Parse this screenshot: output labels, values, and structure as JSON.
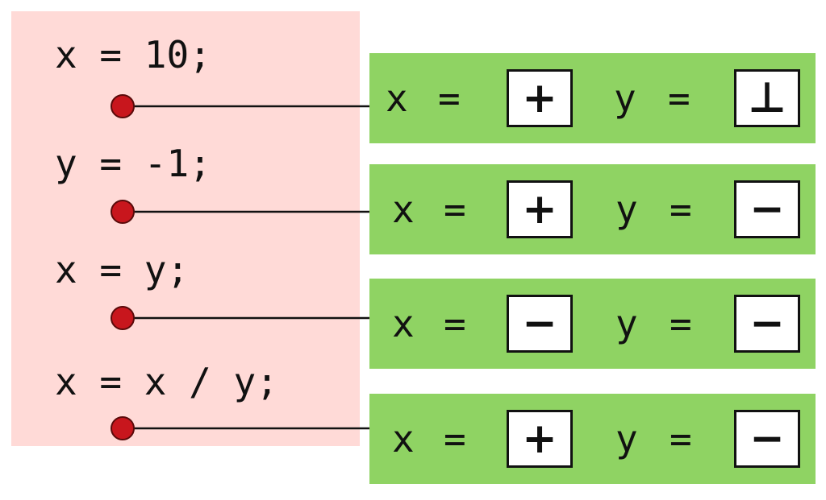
{
  "colors": {
    "code_background": "#ffdad7",
    "state_background": "#8fd363",
    "marker_fill": "#c8161d",
    "marker_stroke": "#5a0a0a",
    "line_color": "#111111",
    "box_border": "#111111"
  },
  "code_lines": [
    {
      "text": "x = 10;"
    },
    {
      "text": "y = -1;"
    },
    {
      "text": "x = y;"
    },
    {
      "text": "x = x / y;"
    }
  ],
  "states": [
    {
      "x_label": "x",
      "x_equals": "=",
      "x_value": "+",
      "y_label": "y",
      "y_equals": "=",
      "y_value": "⊥"
    },
    {
      "x_label": "x",
      "x_equals": "=",
      "x_value": "+",
      "y_label": "y",
      "y_equals": "=",
      "y_value": "−"
    },
    {
      "x_label": "x",
      "x_equals": "=",
      "x_value": "−",
      "y_label": "y",
      "y_equals": "=",
      "y_value": "−"
    },
    {
      "x_label": "x",
      "x_equals": "=",
      "x_value": "+",
      "y_label": "y",
      "y_equals": "=",
      "y_value": "−"
    }
  ]
}
